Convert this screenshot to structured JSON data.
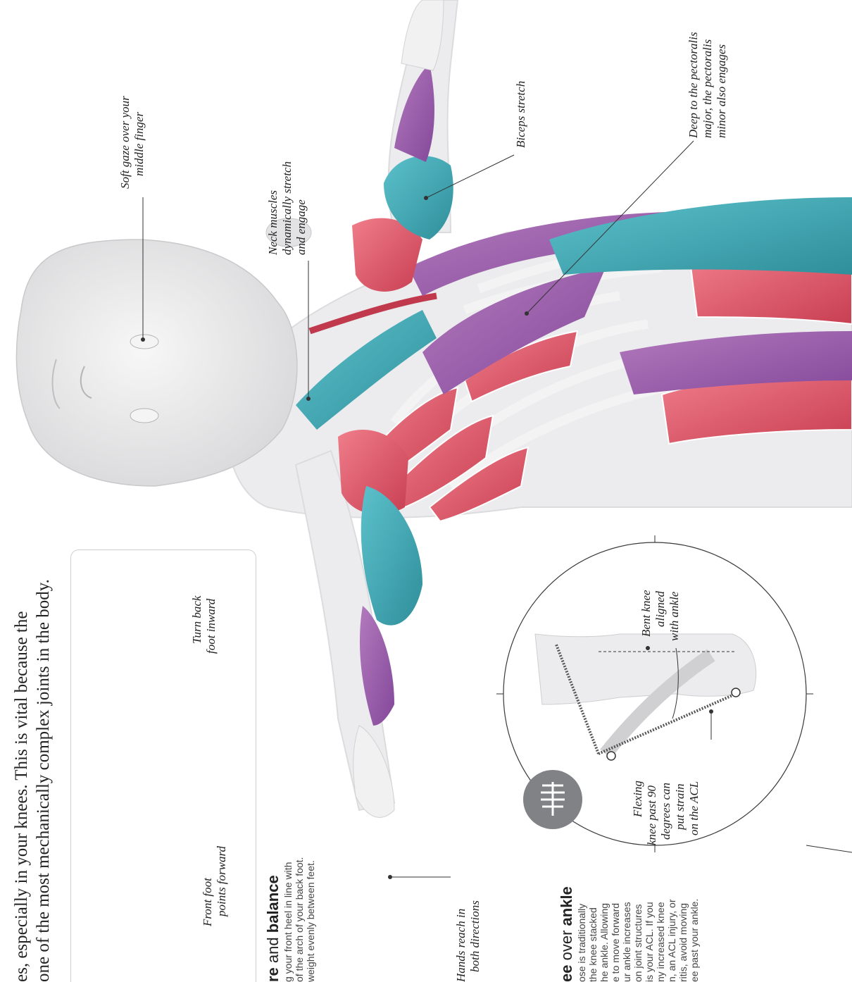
{
  "intro": {
    "line1": "es, especially in your knees. This is vital because the",
    "line2": "one of the most mechanically complex joints in the body."
  },
  "callouts": {
    "soft_gaze": [
      "Soft gaze over your",
      "middle finger"
    ],
    "neck_muscles": [
      "Neck muscles",
      "dynamically stretch",
      "and engage"
    ],
    "biceps": [
      "Biceps stretch"
    ],
    "pectoralis": [
      "Deep to the pectoralis",
      "major, the pectoralis",
      "minor also engages"
    ],
    "hands_reach": [
      "Hands reach in",
      "both directions"
    ],
    "turn_back": [
      "Turn back",
      "foot inward"
    ],
    "front_foot": [
      "Front foot",
      "points forward"
    ],
    "bent_knee": [
      "Bent knee",
      "aligned",
      "with ankle"
    ],
    "flexing_knee": [
      "Flexing",
      "knee past 90",
      "degrees can",
      "put strain",
      "on the ACL"
    ]
  },
  "balance": {
    "heading_a": "re",
    "heading_b": "and",
    "heading_c": "balance",
    "lines": [
      "g your front heel in line with",
      "of the arch of your back foot.",
      "weight evenly between feet."
    ]
  },
  "knee_ankle": {
    "heading_a": "ee",
    "heading_b": "over",
    "heading_c": "ankle",
    "lines": [
      "ose is traditionally",
      "the knee stacked",
      "he ankle. Allowing",
      "e to move forward",
      "ur ankle increases",
      "on joint structures",
      "is your ACL. If you",
      "ny increased knee",
      "n, an ACL injury, or",
      "ritis, avoid moving",
      "ee past your ankle."
    ]
  },
  "colors": {
    "stretch_purple": "#9b5fa8",
    "engage_teal": "#3fa7b3",
    "muscle_red": "#e0586a",
    "skin": "#e9e9ea",
    "bone": "#f2f2f2"
  }
}
